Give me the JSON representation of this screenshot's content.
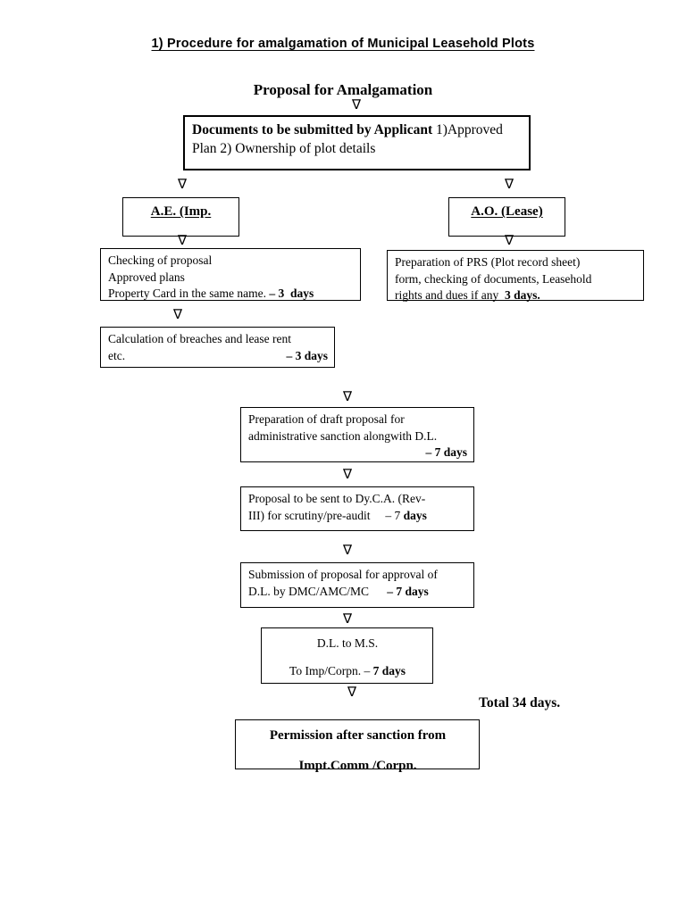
{
  "document": {
    "title": "1) Procedure for amalgamation of Municipal Leasehold Plots",
    "subtitle": "Proposal for Amalgamation",
    "total_note": "Total 34 days."
  },
  "icons": {
    "arrow_down": "∇"
  },
  "nodes": {
    "documents": {
      "heading": "Documents to be submitted by Applicant",
      "items_line": "1)Approved Plan    2) Ownership of plot details"
    },
    "ae_role": "A.E. (Imp.",
    "ao_role": "A.O. (Lease)",
    "checking": {
      "line1": "Checking of proposal",
      "line2": "Approved plans",
      "line3_text": "Property Card in the same name. ",
      "line3_days": "– 3  days"
    },
    "prs": {
      "line1": "Preparation of PRS (Plot record sheet)",
      "line2": "form, checking of documents, Leasehold",
      "line3_text": "rights and dues if any  ",
      "line3_days": "3 days."
    },
    "calculation": {
      "line1": "Calculation of breaches and lease rent",
      "line2_text": "etc.",
      "line2_days": "– 3 days"
    },
    "draft_proposal": {
      "line1": "Preparation of draft proposal for",
      "line2": "administrative sanction alongwith D.L.",
      "line3_days": "– 7 days"
    },
    "dyca": {
      "line1": "Proposal to be sent to Dy.C.A. (Rev-",
      "line2_text": "III) for scrutiny/pre-audit     – 7 ",
      "line2_days": "days"
    },
    "submission": {
      "line1": "Submission of proposal for approval of",
      "line2_text": "D.L. by DMC/AMC/MC      ",
      "line2_days": "– 7 days"
    },
    "dl_to_ms": {
      "line1": "D.L. to M.S.",
      "line2_text": "To Imp/Corpn. – ",
      "line2_days": "7 days"
    },
    "permission": {
      "line1": "Permission after sanction from",
      "line2": "Impt.Comm /Corpn."
    }
  }
}
